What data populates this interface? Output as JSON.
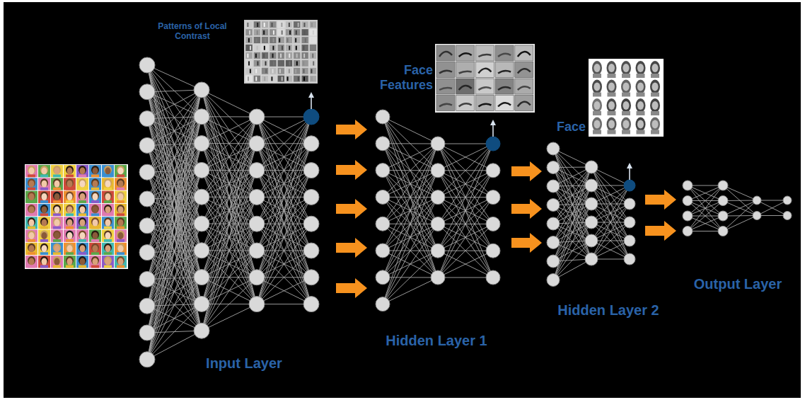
{
  "diagram": {
    "labels": [
      "Patterns of Local Contrast",
      "Face Features",
      "Face",
      "Input Layer",
      "Hidden Layer 1",
      "Hidden Layer 2",
      "Output Layer"
    ]
  }
}
